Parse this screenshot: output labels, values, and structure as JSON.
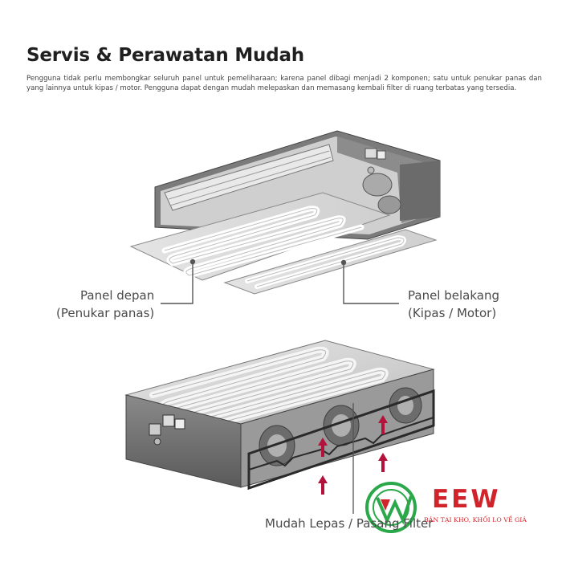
{
  "heading": {
    "title": "Servis & Perawatan Mudah",
    "description": "Pengguna tidak perlu membongkar seluruh panel untuk pemeliharaan; karena panel dibagi menjadi 2 komponen; satu untuk penukar panas dan yang lainnya untuk kipas / motor. Pengguna dapat dengan mudah melepaskan dan memasang kembali filter di ruang terbatas yang tersedia."
  },
  "diagram_top": {
    "front_panel_line1": "Panel depan",
    "front_panel_line2": "(Penukar panas)",
    "back_panel_line1": "Panel belakang",
    "back_panel_line2": "(Kipas / Motor)"
  },
  "diagram_bottom": {
    "filter_caption": "Mudah Lepas / Pasang Filter"
  },
  "watermark": {
    "brand": "EEW",
    "tagline": "BÁN TẠI KHO, KHỐI LO VỀ GIÁ",
    "brand_color": "#d1232a",
    "icon_color": "#2aa84a"
  },
  "colors": {
    "unit_body": "#6f6f6f",
    "arrow": "#b3123a",
    "panel": "#d9d9d9"
  }
}
